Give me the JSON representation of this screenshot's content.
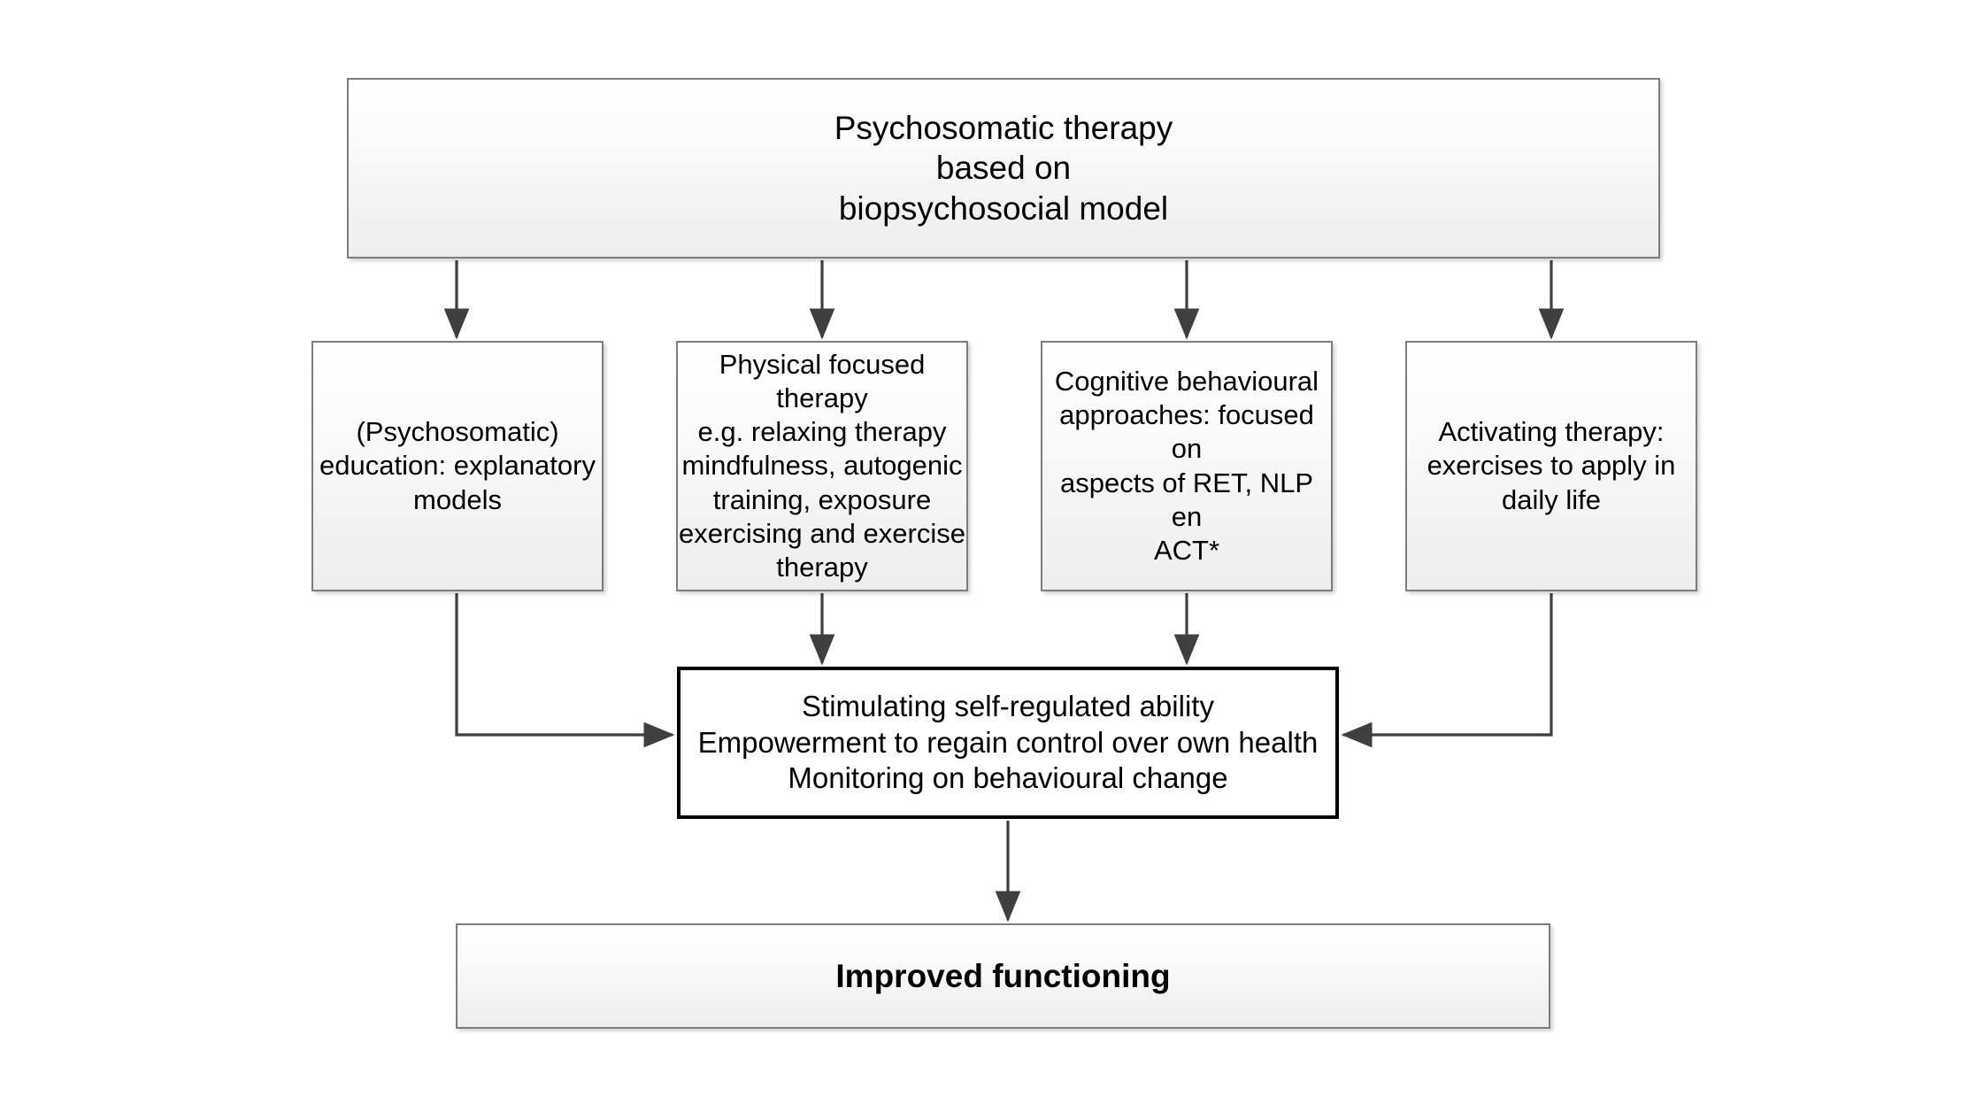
{
  "diagram": {
    "title": "Psychosomatic therapy flowchart",
    "colors": {
      "box_border_gray": "#7c7c7c",
      "box_border_black": "#000000",
      "connector": "#3f3f3f",
      "text": "#000000",
      "background": "#ffffff"
    },
    "top_node": {
      "id": "psychosomatic-therapy",
      "text": "Psychosomatic therapy\nbased on\nbiopsychosocial model"
    },
    "branch_nodes": [
      {
        "id": "education",
        "text": "(Psychosomatic)\neducation: explanatory\nmodels"
      },
      {
        "id": "physical-focused-therapy",
        "text": "Physical focused therapy\ne.g. relaxing therapy\nmindfulness, autogenic\ntraining,  exposure\nexercising and exercise\ntherapy"
      },
      {
        "id": "cognitive-behavioural",
        "text": "Cognitive behavioural\napproaches: focused on\naspects of RET, NLP en\nACT*"
      },
      {
        "id": "activating-therapy",
        "text": "Activating therapy:\nexercises to apply in\ndaily life"
      }
    ],
    "converge_node": {
      "id": "self-regulation",
      "text": "Stimulating self-regulated ability\nEmpowerment  to regain control over own health\nMonitoring on behavioural change"
    },
    "outcome_node": {
      "id": "improved-functioning",
      "text": "Improved functioning"
    }
  }
}
